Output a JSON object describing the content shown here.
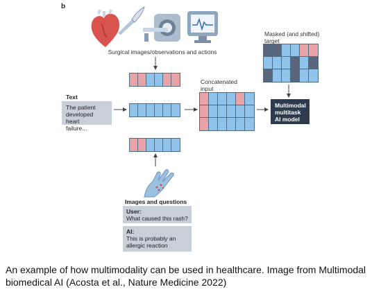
{
  "panel_letter": "b",
  "surgical_label": "Surgical images/observations and actions",
  "text_heading": "Text",
  "text_box": [
    "The patient",
    "developed heart",
    "failure..."
  ],
  "concatenated_label": [
    "Concatenated",
    "input"
  ],
  "target_label": [
    "Masked (and shifted)",
    "target"
  ],
  "model_label": [
    "Multimodal",
    "multitask",
    "AI model"
  ],
  "images_questions_heading": "Images and questions",
  "user_speaker": "User:",
  "user_text": "What caused this rash?",
  "ai_speaker": "AI:",
  "ai_text": [
    "This is probably an",
    "allergic reaction"
  ],
  "caption": "An example of how multimodality can be used in healthcare. Image from Multimodal biomedical AI (Acosta et al., Nature Medicine 2022)",
  "colors": {
    "pink": "#e8a3a6",
    "blue": "#8fc3ea",
    "dark": "#5a6579",
    "model_bg": "#2e3b4e",
    "textbox_bg": "#c7cfd9"
  },
  "icons": [
    "heart-icon",
    "scalpel-icon",
    "mri-scanner-icon",
    "monitor-icon",
    "hand-rash-icon"
  ]
}
